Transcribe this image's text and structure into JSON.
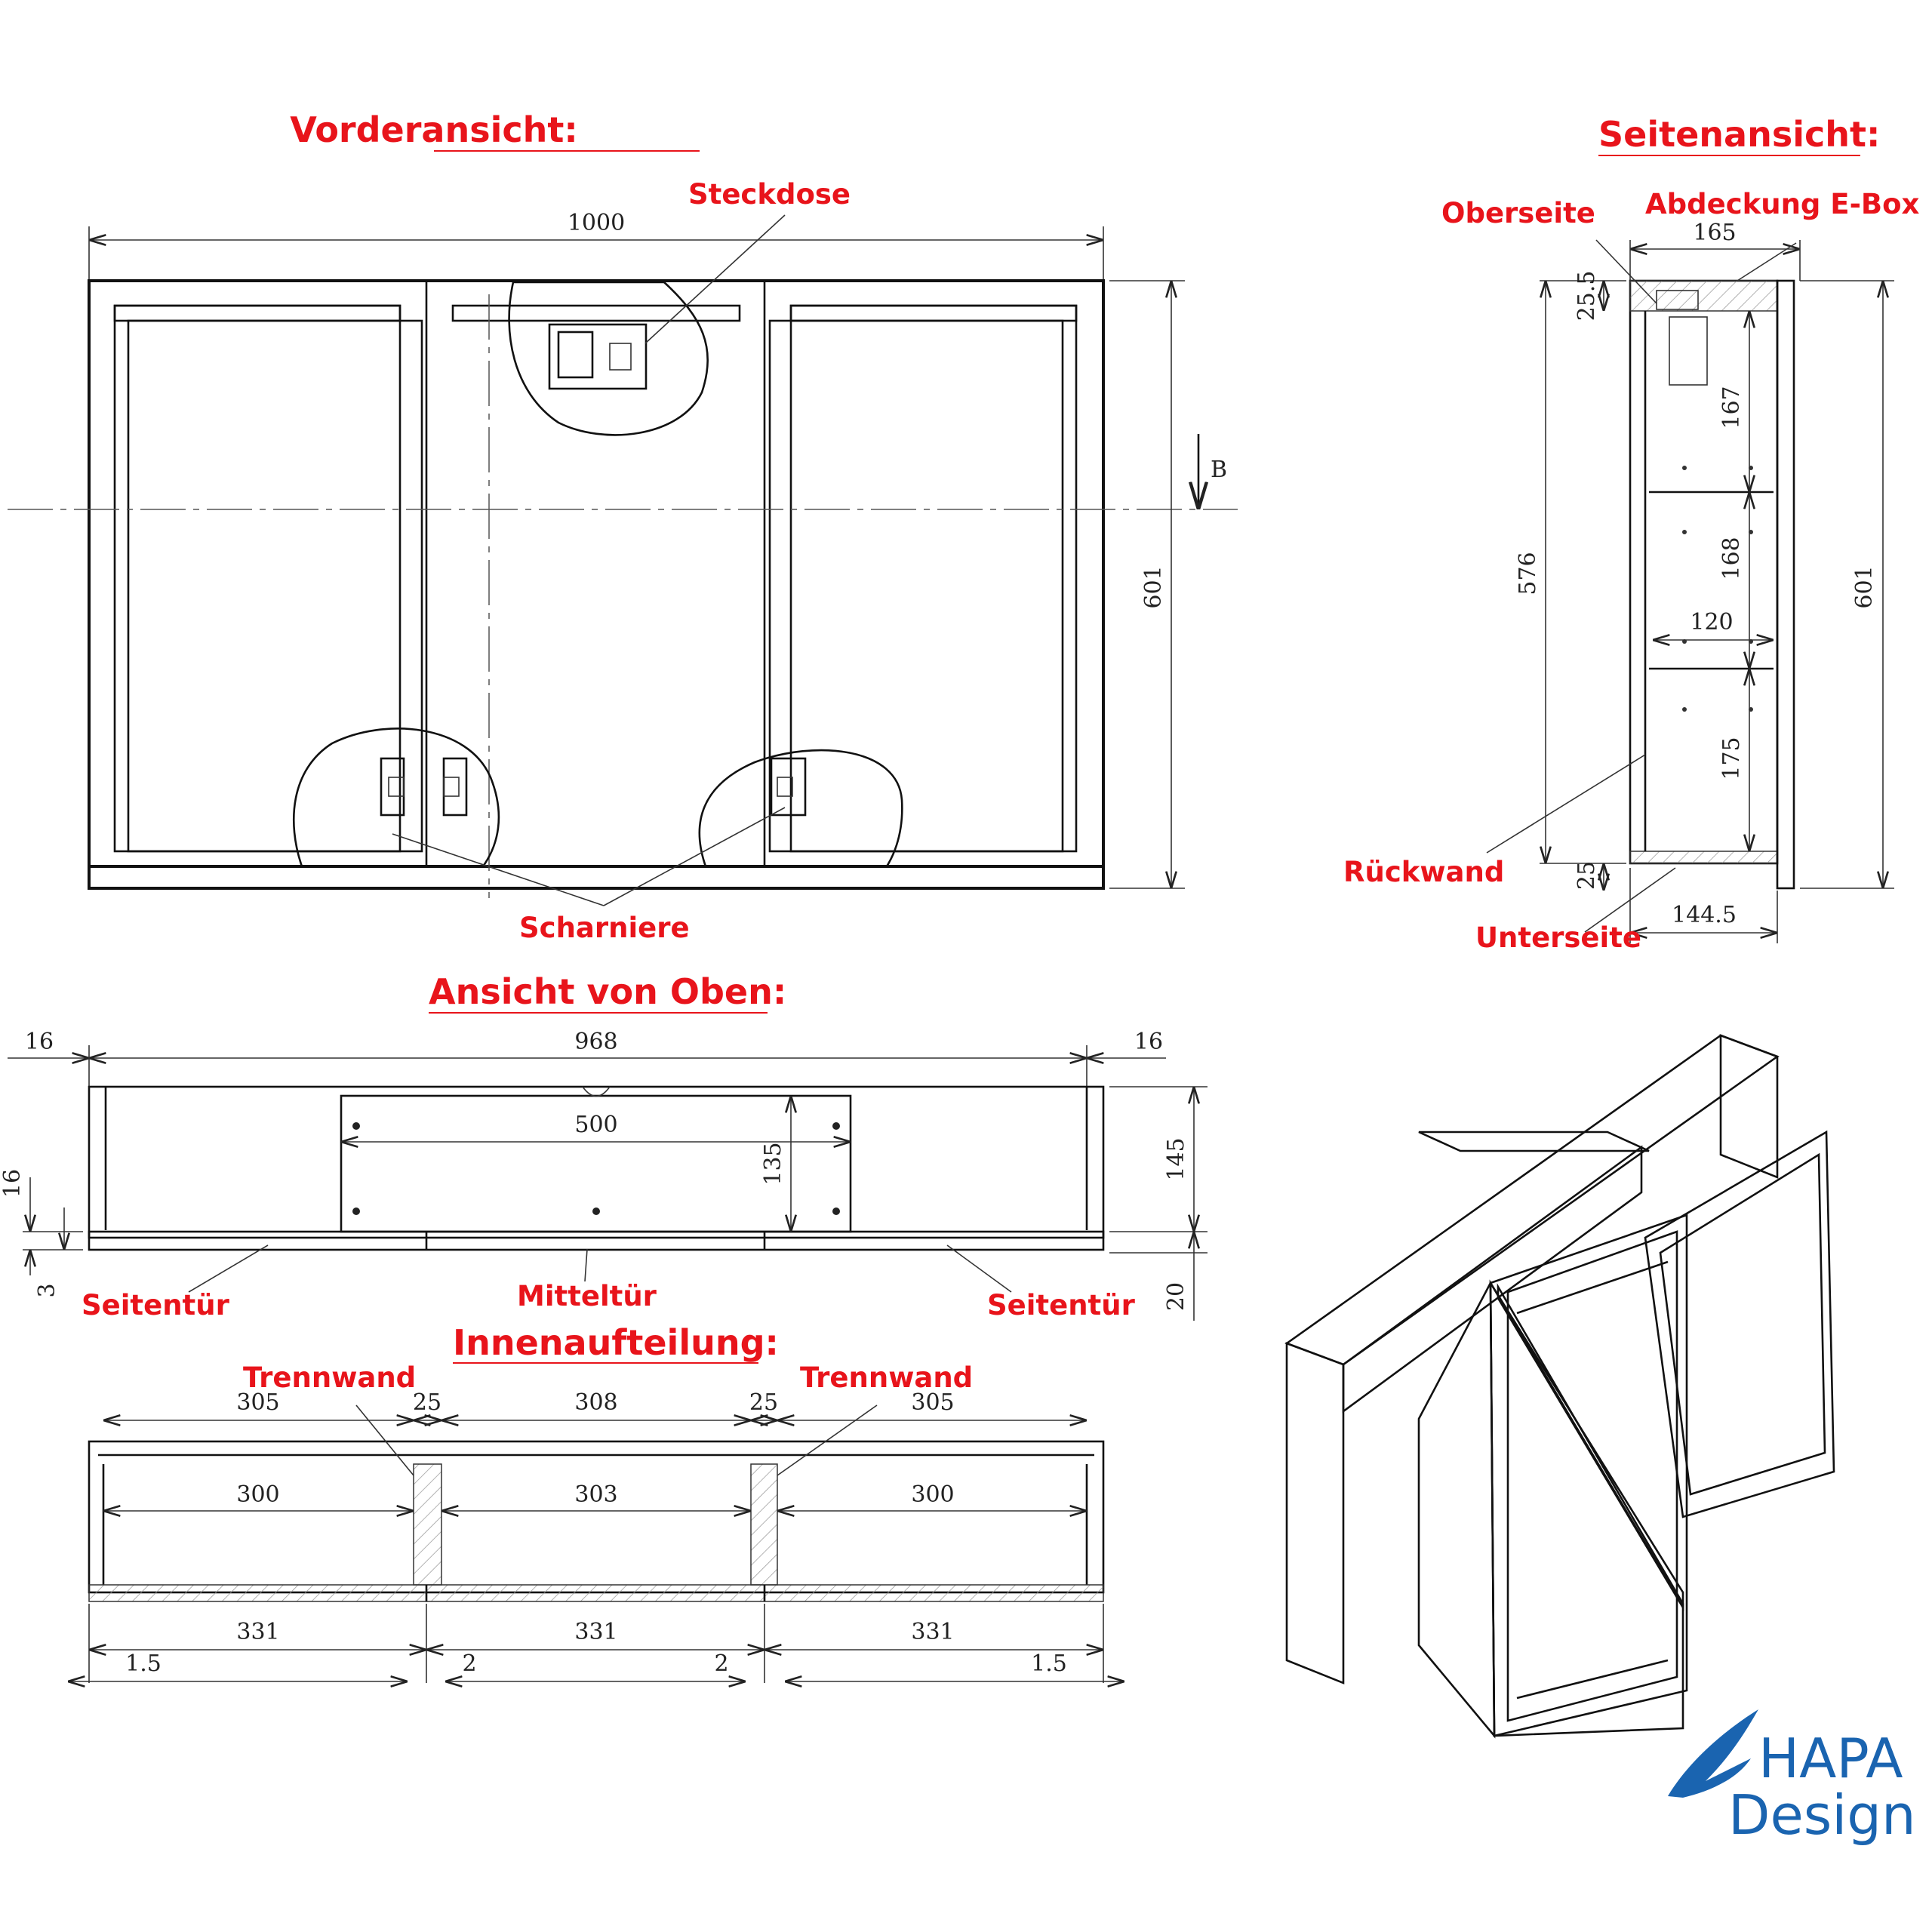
{
  "titles": {
    "front": "Vorderansicht:",
    "side": "Seitenansicht:",
    "top": "Ansicht von Oben:",
    "interior": "Innenaufteilung:"
  },
  "labels": {
    "socket": "Steckdose",
    "hinges": "Scharniere",
    "top_side": "Oberseite",
    "ebox_cover": "Abdeckung E-Box",
    "back_wall": "Rückwand",
    "bottom_side": "Unterseite",
    "side_door_left": "Seitentür",
    "middle_door": "Mitteltür",
    "side_door_right": "Seitentür",
    "divider_left": "Trennwand",
    "divider_right": "Trennwand"
  },
  "front_dims": {
    "width": "1000",
    "height": "601",
    "section": "B"
  },
  "side_dims": {
    "depth_top": "165",
    "top_gap": "25.5",
    "shelf1": "167",
    "shelf2": "168",
    "shelf3": "175",
    "inner_height": "576",
    "total_height": "601",
    "shelf_depth": "120",
    "bottom_gap": "25",
    "depth_bottom": "144.5"
  },
  "top_dims": {
    "left_margin": "16",
    "inner_width": "968",
    "right_margin": "16",
    "box_width": "500",
    "box_depth": "135",
    "depth": "145",
    "door_thick": "16",
    "gap": "3",
    "door_offset": "20"
  },
  "interior_dims": {
    "comp_left": "305",
    "wall_left": "25",
    "comp_mid": "308",
    "wall_right": "25",
    "comp_right": "305",
    "shelf_left": "300",
    "shelf_mid": "303",
    "shelf_right": "300",
    "door_left": "331",
    "door_mid": "331",
    "door_right": "331",
    "gap_left": "1.5",
    "gap_ml": "2",
    "gap_mr": "2",
    "gap_right": "1.5"
  },
  "logo": {
    "line1": "HAPA",
    "line2": "Design"
  }
}
